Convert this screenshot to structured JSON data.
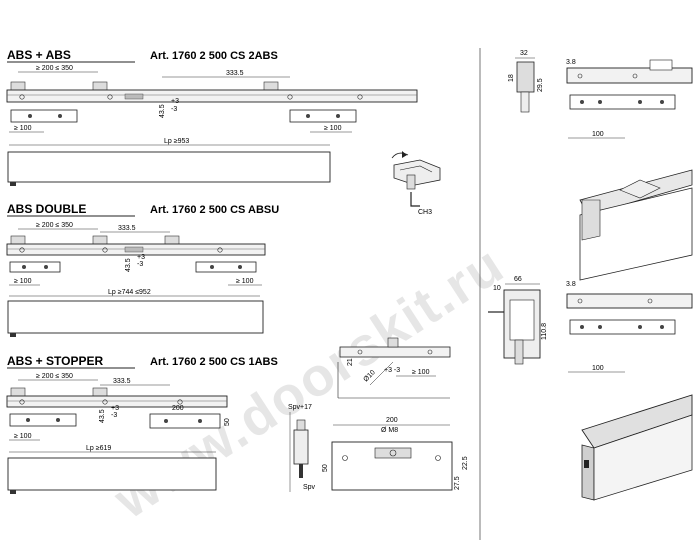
{
  "watermark": "www.doorskit.ru",
  "sections": [
    {
      "title": "ABS + ABS",
      "article": "Art. 1760 2 500 CS 2ABS",
      "dims": {
        "range": "≥ 200 ≤ 350",
        "pitch": "333.5",
        "v1": "43.5",
        "v2": "+3",
        "v3": "-3",
        "l": "≥ 100",
        "r": "≥ 100",
        "lp": "Lp ≥953"
      }
    },
    {
      "title": "ABS DOUBLE",
      "article": "Art. 1760 2 500 CS ABSU",
      "dims": {
        "range": "≥ 200 ≤ 350",
        "pitch": "333.5",
        "v1": "43.5",
        "v2": "+3",
        "v3": "-3",
        "l": "≥ 100",
        "r": "≥ 100",
        "lp": "Lp ≥744 ≤952"
      }
    },
    {
      "title": "ABS + STOPPER",
      "article": "Art. 1760 2 500 CS 1ABS",
      "dims": {
        "range": "≥ 200 ≤ 350",
        "pitch": "333.5",
        "v1": "43.5",
        "v2": "+3",
        "v3": "-3",
        "l": "≥ 100",
        "mid": "200",
        "h": "50",
        "lp": "Lp ≥619"
      }
    }
  ],
  "tool_label": "CH3",
  "clamp_detail": {
    "h": "21",
    "dia": "Ø10",
    "tol": "+3 -3",
    "min": "≥ 100"
  },
  "spv_labels": {
    "top": "Spv+17",
    "bottom": "Spv"
  },
  "plate_detail": {
    "width": "200",
    "bolt": "Ø M8",
    "h1": "50",
    "h2": "27.5",
    "h3": "22.5"
  },
  "right_top": {
    "w": "32",
    "h1": "18",
    "h2": "29.5",
    "t1": "3.8",
    "l": "100"
  },
  "right_mid": {
    "w1": "10",
    "w2": "66",
    "h": "110.8",
    "t1": "3.8",
    "l": "100"
  }
}
